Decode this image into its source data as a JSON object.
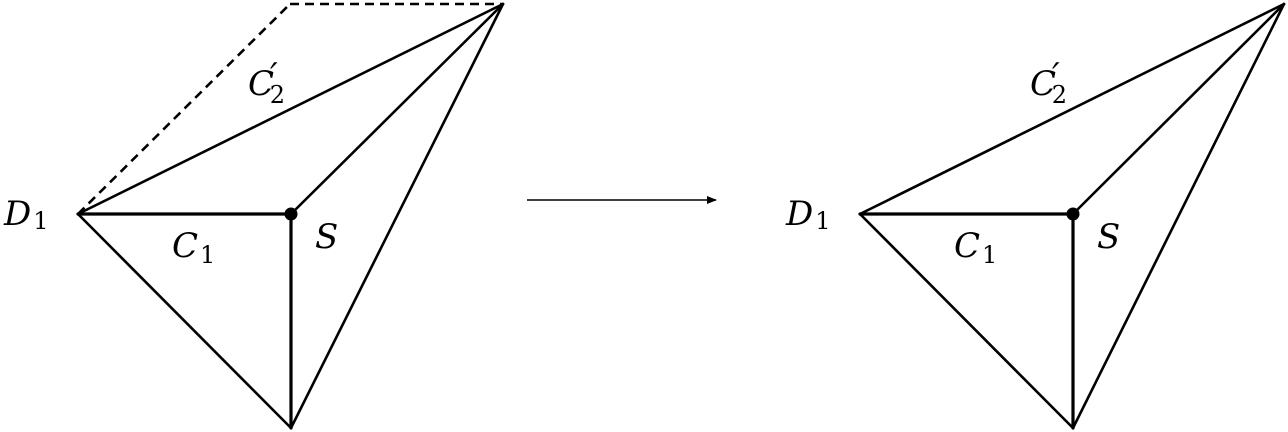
{
  "diagram": {
    "left": {
      "label_d": "D",
      "label_d_sub": "1",
      "label_c1": "C",
      "label_c1_sub": "1",
      "label_c2": "C",
      "label_c2_prime": "′",
      "label_c2_sub": "2",
      "label_s": "S"
    },
    "right": {
      "label_d": "D",
      "label_d_sub": "1",
      "label_c1": "C",
      "label_c1_sub": "1",
      "label_c2": "C",
      "label_c2_prime": "′",
      "label_c2_sub": "2",
      "label_s": "S"
    }
  }
}
